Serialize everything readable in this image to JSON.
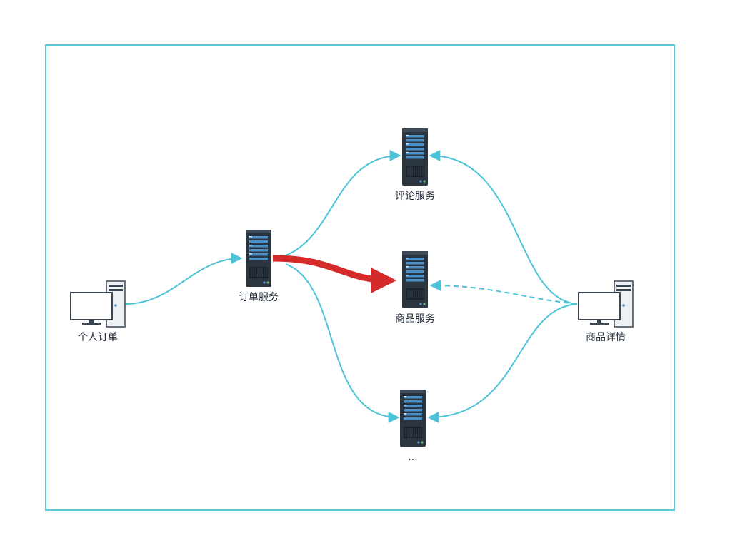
{
  "nodes": {
    "personal_order": {
      "label": "个人订单",
      "kind": "client-computer"
    },
    "order_service": {
      "label": "订单服务",
      "kind": "server"
    },
    "comment_service": {
      "label": "评论服务",
      "kind": "server"
    },
    "product_service": {
      "label": "商品服务",
      "kind": "server"
    },
    "other_service": {
      "label": "...",
      "kind": "server"
    },
    "product_detail": {
      "label": "商品详情",
      "kind": "client-computer"
    }
  },
  "colors": {
    "frame": "#5cc6d8",
    "connector": "#4cc3d9",
    "highlight": "#d42a2a",
    "server_body": "#2b3540",
    "server_slot": "#4a90c8",
    "monitor_frame": "#3a4552",
    "tower": "#eef1f4"
  },
  "edges": [
    {
      "from": "personal_order",
      "to": "order_service",
      "style": "solid"
    },
    {
      "from": "order_service",
      "to": "comment_service",
      "style": "solid"
    },
    {
      "from": "order_service",
      "to": "product_service",
      "style": "bold-red"
    },
    {
      "from": "order_service",
      "to": "other_service",
      "style": "solid"
    },
    {
      "from": "product_detail",
      "to": "comment_service",
      "style": "solid"
    },
    {
      "from": "product_detail",
      "to": "product_service",
      "style": "dashed"
    },
    {
      "from": "product_detail",
      "to": "other_service",
      "style": "solid"
    }
  ]
}
